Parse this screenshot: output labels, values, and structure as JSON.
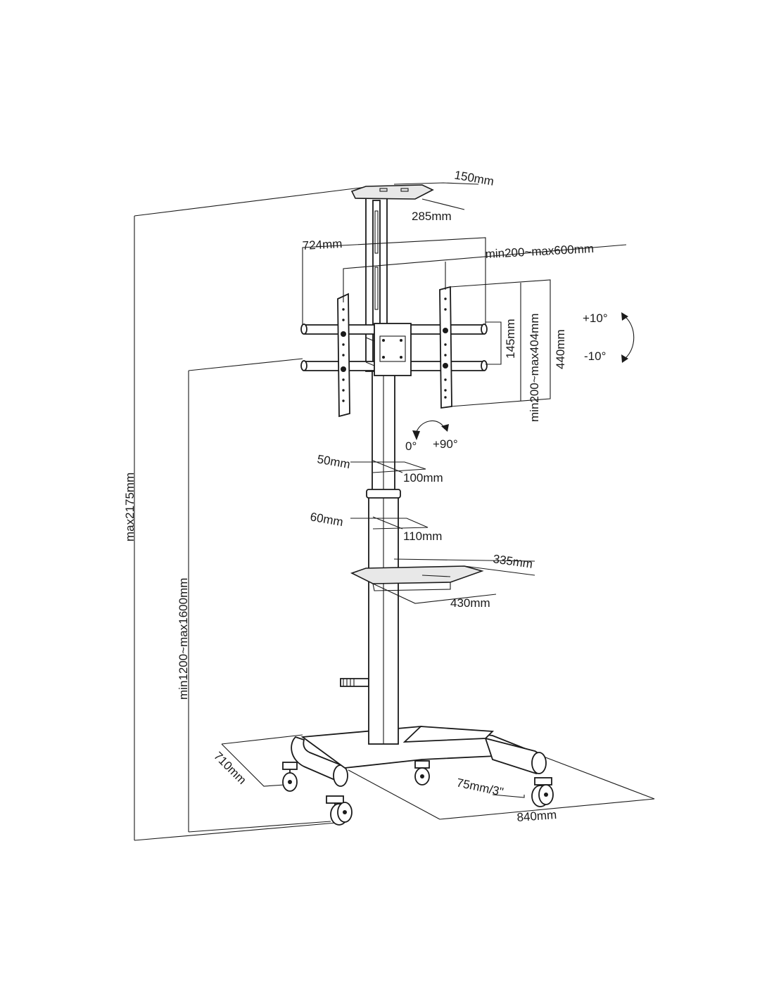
{
  "labels": {
    "top_tray_depth": "150mm",
    "top_tray_width": "285mm",
    "bracket_width": "724mm",
    "vesa_horizontal": "min200~max600mm",
    "bracket_height": "440mm",
    "vesa_vertical": "min200~max404mm",
    "arm_spacing": "145mm",
    "tilt_up": "+10°",
    "tilt_down": "-10°",
    "rotate_start": "0°",
    "rotate_end": "+90°",
    "collar1_depth": "50mm",
    "collar1_width": "100mm",
    "collar2_depth": "60mm",
    "collar2_width": "110mm",
    "shelf_depth": "335mm",
    "shelf_width": "430mm",
    "base_depth": "710mm",
    "caster": "75mm/3\"",
    "base_width": "840mm",
    "total_height": "max2175mm",
    "screen_center_height": "min1200~max1600mm"
  }
}
